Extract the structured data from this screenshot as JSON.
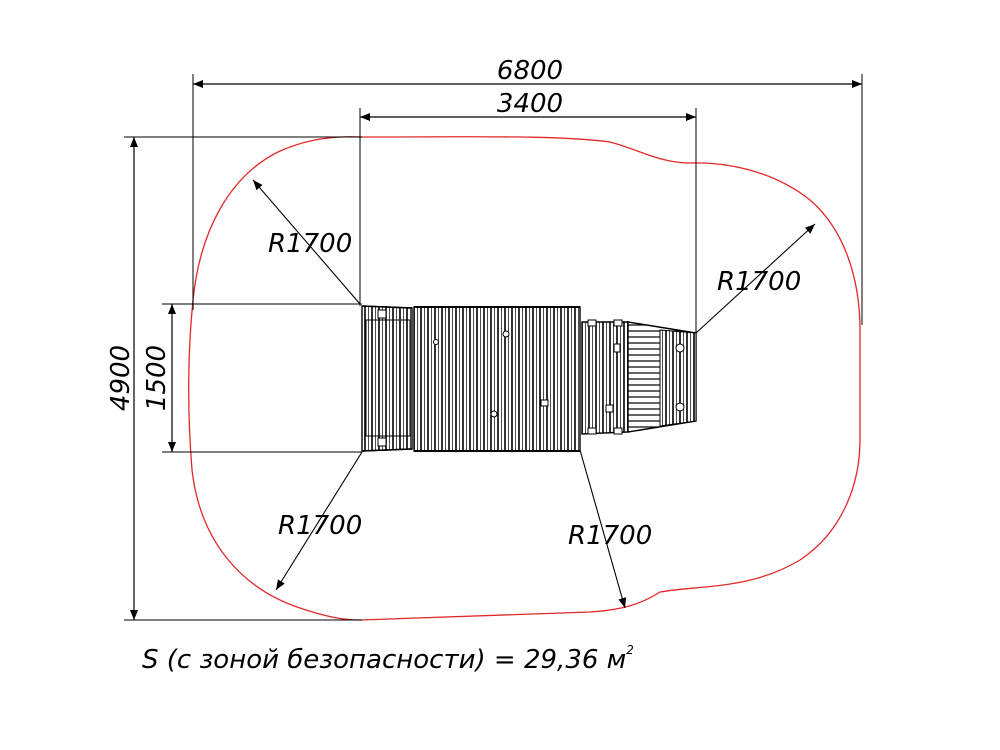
{
  "dimensions": {
    "overall_width": "6800",
    "equipment_width": "3400",
    "overall_height": "4900",
    "equipment_height": "1500"
  },
  "radii": {
    "top_left": "R1700",
    "top_right": "R1700",
    "bottom_left": "R1700",
    "bottom_right": "R1700"
  },
  "area": {
    "label": "S (с зоной безопасности) = 29,36 м",
    "superscript": "2"
  },
  "colors": {
    "safety_zone": "#e0282a",
    "lines": "#000000",
    "background": "#ffffff"
  }
}
